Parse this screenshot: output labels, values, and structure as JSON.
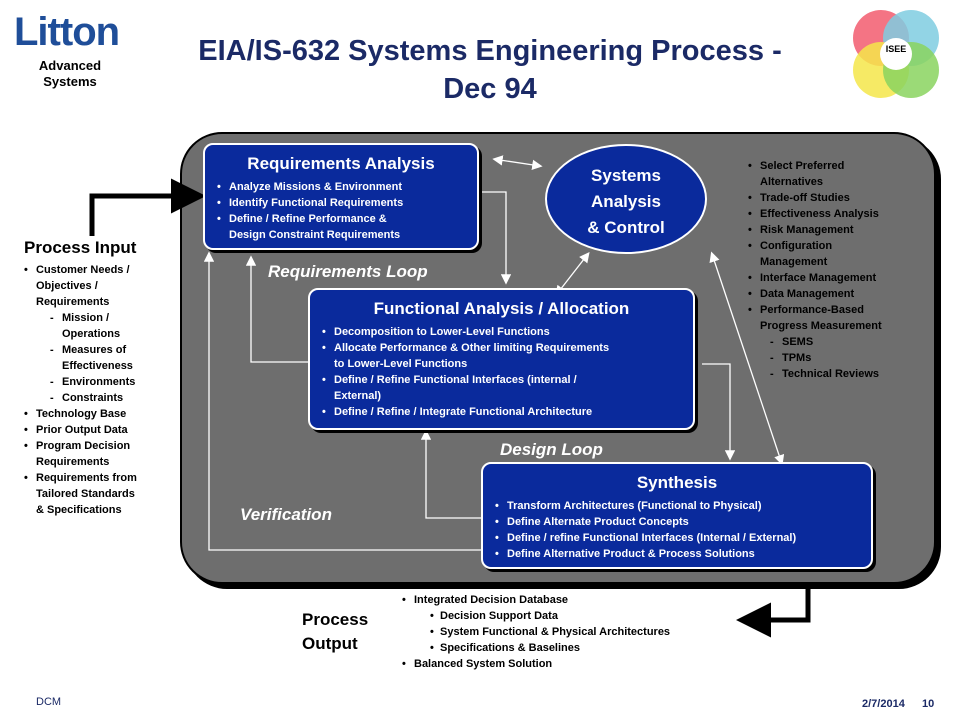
{
  "header": {
    "logo_word": "Litton",
    "logo_sub_1": "Advanced",
    "logo_sub_2": "Systems",
    "title_line1": "EIA/IS-632 Systems Engineering Process -",
    "title_line2": "Dec 94",
    "isee_label": "ISEE"
  },
  "requirements_analysis": {
    "title": "Requirements Analysis",
    "items": [
      "Analyze Missions & Environment",
      "Identify Functional Requirements",
      "Define / Refine Performance &",
      "Design Constraint Requirements"
    ]
  },
  "systems_analysis": {
    "line1": "Systems",
    "line2": "Analysis",
    "line3": "& Control"
  },
  "functional_analysis": {
    "title": "Functional Analysis / Allocation",
    "items": [
      "Decomposition to Lower-Level Functions",
      "Allocate Performance & Other limiting Requirements",
      "to Lower-Level Functions",
      "Define / Refine Functional Interfaces (internal /",
      "External)",
      "Define / Refine / Integrate Functional Architecture"
    ]
  },
  "synthesis": {
    "title": "Synthesis",
    "items": [
      "Transform Architectures (Functional to Physical)",
      "Define Alternate Product Concepts",
      "Define / refine Functional Interfaces (Internal / External)",
      "Define Alternative Product & Process Solutions"
    ]
  },
  "loops": {
    "requirements": "Requirements Loop",
    "design": "Design Loop",
    "verification": "Verification"
  },
  "analysis_control_list": {
    "items": [
      "Select Preferred",
      "Alternatives",
      "Trade-off Studies",
      "Effectiveness Analysis",
      "Risk Management",
      "Configuration",
      "Management",
      "Interface Management",
      "Data Management",
      "Performance-Based",
      "Progress Measurement",
      "SEMS",
      "TPMs",
      "Technical Reviews"
    ]
  },
  "process_input": {
    "title": "Process Input",
    "items": [
      "Customer Needs /",
      "Objectives /",
      "Requirements",
      "Mission /",
      "Operations",
      "Measures of",
      "Effectiveness",
      "Environments",
      "Constraints",
      "Technology Base",
      "Prior Output Data",
      "Program Decision",
      "Requirements",
      "Requirements from",
      "Tailored Standards",
      "& Specifications"
    ]
  },
  "process_output": {
    "title_line1": "Process",
    "title_line2": "Output",
    "items": [
      "Integrated Decision Database",
      "Decision Support Data",
      "System Functional & Physical Architectures",
      "Specifications & Baselines",
      "Balanced System Solution"
    ]
  },
  "footer": {
    "left": "DCM",
    "date": "2/7/2014",
    "page": "10"
  },
  "colors": {
    "box_blue": "#0a2a9c",
    "panel_gray": "#6e6e6e",
    "title_navy": "#1b2a66",
    "logo_blue": "#1f4e99"
  }
}
